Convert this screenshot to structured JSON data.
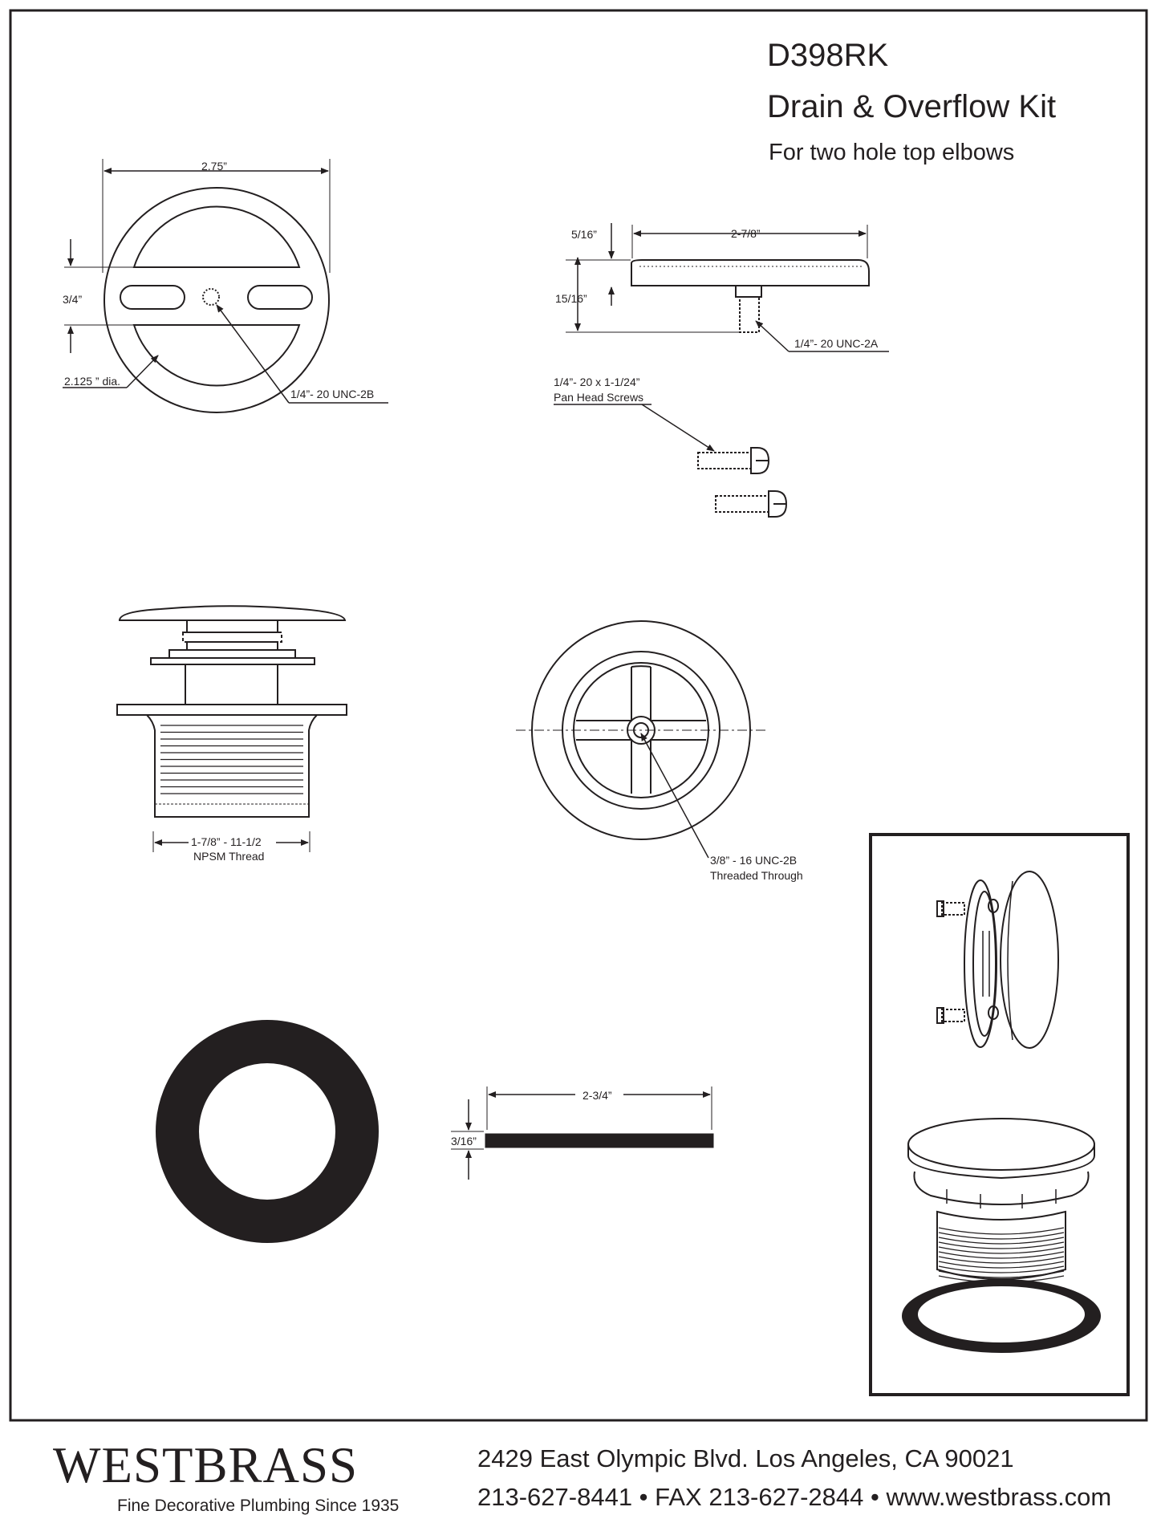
{
  "title": {
    "model": "D398RK",
    "name": "Drain & Overflow Kit",
    "subtitle": "For two hole top elbows"
  },
  "overflow_plate": {
    "dim_width": "2.75”",
    "dim_height": "3/4”",
    "dim_dia": "2.125 ” dia.",
    "thread": "1/4”- 20 UNC-2B"
  },
  "stopper": {
    "dim_length": "2-7/8”",
    "dim_cap": "5/16”",
    "dim_height": "15/16”",
    "thread": "1/4”- 20 UNC-2A"
  },
  "screws": {
    "spec": "1/4”- 20 x 1-1/24”",
    "label": "Pan Head Screws"
  },
  "drain_body": {
    "thread_spec": "1-7/8” - 11-1/2",
    "thread_label": "NPSM Thread"
  },
  "drain_top": {
    "thread_spec": "3/8” - 16 UNC-2B",
    "thread_label": "Threaded Through"
  },
  "gasket": {
    "dim_width": "2-3/4”",
    "dim_thickness": "3/16”"
  },
  "footer": {
    "brand": "WESTBRASS",
    "tagline": "Fine Decorative Plumbing Since 1935",
    "address": "2429 East Olympic Blvd. Los Angeles, CA  90021",
    "contact": "213-627-8441 • FAX 213-627-2844 • www.westbrass.com"
  }
}
